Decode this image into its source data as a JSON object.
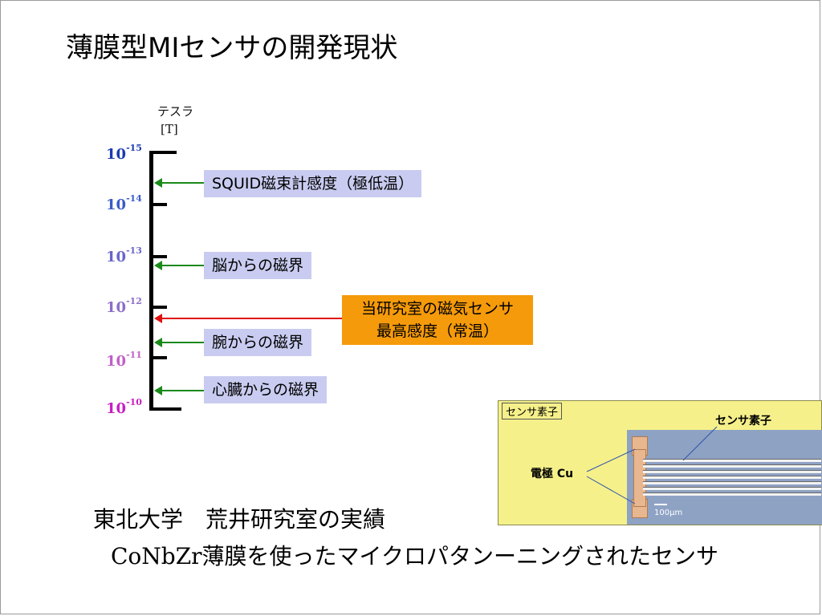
{
  "slide": {
    "title": "薄膜型MIセンサの開発現状",
    "unit_label": "テスラ",
    "unit_symbol": "[T]"
  },
  "scale": {
    "base": "10",
    "ticks": [
      {
        "exp": "-15",
        "color": "#1a3bb0"
      },
      {
        "exp": "-14",
        "color": "#3a5cc8"
      },
      {
        "exp": "-13",
        "color": "#6a66c8"
      },
      {
        "exp": "-12",
        "color": "#8c6ec8"
      },
      {
        "exp": "-11",
        "color": "#c060c8"
      },
      {
        "exp": "-10",
        "color": "#c820c0"
      }
    ]
  },
  "labels": [
    {
      "text": "SQUID磁束計感度（極低温）"
    },
    {
      "text": "脳からの磁界"
    },
    {
      "text": "腕からの磁界"
    },
    {
      "text": "心臓からの磁界"
    }
  ],
  "highlight": {
    "line1": "当研究室の磁気センサ",
    "line2": "最高感度（常温）",
    "color": "#f59a0a"
  },
  "inset": {
    "title": "センサ素子",
    "element_label": "センサ素子",
    "electrode_label": "電極 Cu",
    "scale_bar": "100μm"
  },
  "footer": {
    "line1": "東北大学　荒井研究室の実績",
    "line2": "CoNbZr薄膜を使ったマイクロパタンーニングされたセンサ"
  },
  "colors": {
    "green_arrow": "#1a8a1a",
    "red_arrow": "#e01010",
    "label_bg": "#c9ccf0"
  }
}
